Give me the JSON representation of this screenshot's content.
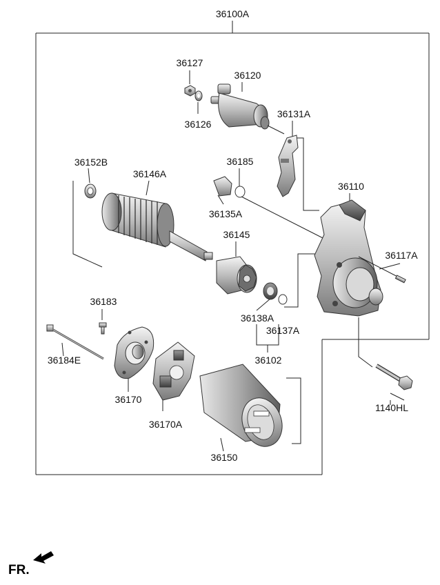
{
  "diagram": {
    "assembly_label": "36100A",
    "direction_label": "FR.",
    "parts": [
      {
        "id": "p-36127",
        "label": "36127"
      },
      {
        "id": "p-36120",
        "label": "36120"
      },
      {
        "id": "p-36126",
        "label": "36126"
      },
      {
        "id": "p-36131a",
        "label": "36131A"
      },
      {
        "id": "p-36152b",
        "label": "36152B"
      },
      {
        "id": "p-36146a",
        "label": "36146A"
      },
      {
        "id": "p-36185",
        "label": "36185"
      },
      {
        "id": "p-36135a",
        "label": "36135A"
      },
      {
        "id": "p-36110",
        "label": "36110"
      },
      {
        "id": "p-36145",
        "label": "36145"
      },
      {
        "id": "p-36117a",
        "label": "36117A"
      },
      {
        "id": "p-36183",
        "label": "36183"
      },
      {
        "id": "p-36138a",
        "label": "36138A"
      },
      {
        "id": "p-36137a",
        "label": "36137A"
      },
      {
        "id": "p-36184e",
        "label": "36184E"
      },
      {
        "id": "p-36102",
        "label": "36102"
      },
      {
        "id": "p-36170",
        "label": "36170"
      },
      {
        "id": "p-1140hl",
        "label": "1140HL"
      },
      {
        "id": "p-36170a",
        "label": "36170A"
      },
      {
        "id": "p-36150",
        "label": "36150"
      }
    ]
  }
}
